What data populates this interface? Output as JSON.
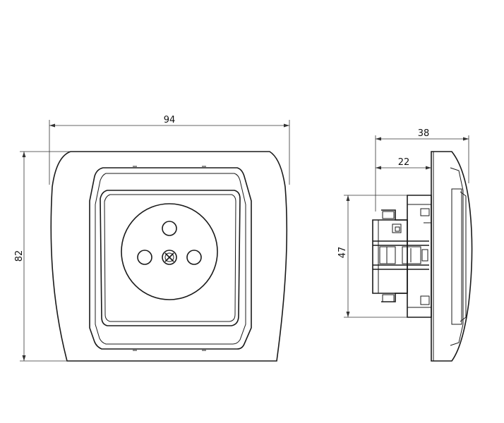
{
  "dimensions": {
    "front_width": "94",
    "front_height": "82",
    "side_depth": "38",
    "side_mount_depth": "22",
    "side_body_height": "47"
  }
}
